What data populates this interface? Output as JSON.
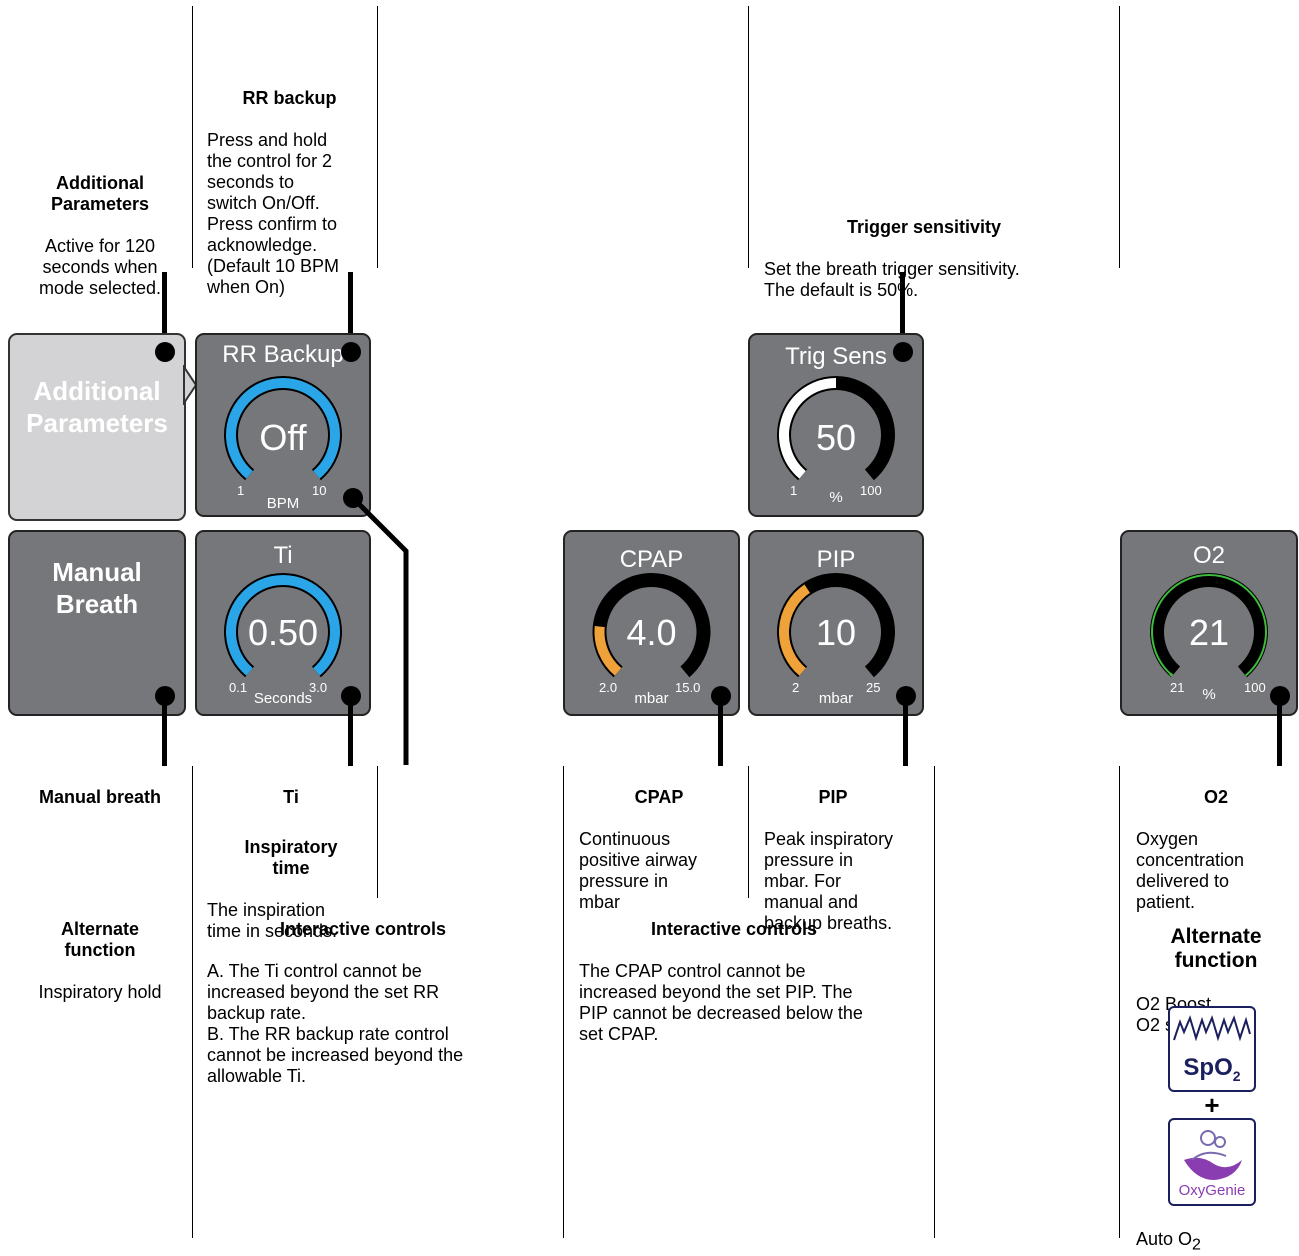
{
  "annotations": {
    "additional_parameters": {
      "title": "Additional\nParameters",
      "body": "Active for 120\nseconds when\nmode selected."
    },
    "rr_backup": {
      "title": "RR backup",
      "body": "Press and hold\nthe control for 2\nseconds to\nswitch On/Off.\nPress confirm to\nacknowledge.\n(Default 10 BPM\nwhen On)"
    },
    "trigger_sensitivity": {
      "title": "Trigger sensitivity",
      "body": "Set the breath trigger sensitivity.\nThe default is 50%."
    },
    "manual_breath": {
      "title": "Manual breath"
    },
    "alternate_function_left": {
      "title": "Alternate\nfunction",
      "body": "Inspiratory hold"
    },
    "ti": {
      "title": "Ti",
      "subtitle": "Inspiratory\ntime",
      "body": "The inspiration\ntime in seconds."
    },
    "interactive_controls_left": {
      "title": "Interactive controls",
      "body": "A. The Ti control cannot be\nincreased beyond the set RR\nbackup rate.\nB. The RR backup rate control\ncannot be increased beyond the\nallowable Ti."
    },
    "cpap": {
      "title": "CPAP",
      "body": "Continuous\npositive airway\npressure in\nmbar"
    },
    "pip": {
      "title": "PIP",
      "body": "Peak inspiratory\npressure in\nmbar. For\nmanual and\nbackup breaths."
    },
    "interactive_controls_right": {
      "title": "Interactive controls",
      "body": "The CPAP control cannot be\nincreased beyond the set PIP. The\nPIP cannot be decreased below the\nset CPAP."
    },
    "o2": {
      "title": "O2",
      "body": "Oxygen\nconcentration\ndelivered to\npatient."
    },
    "alternate_function_right": {
      "title": "Alternate\nfunction",
      "body": "O2 Boost\nO2 suction"
    },
    "auto_o2": {
      "label": "Auto O",
      "sub": "2"
    },
    "spo2_icon": {
      "label": "SpO",
      "sub": "2"
    },
    "plus": "+",
    "oxygenie_icon": {
      "label": "OxyGenie"
    }
  },
  "buttons": {
    "additional_parameters": "Additional\nParameters",
    "manual_breath": "Manual\nBreath"
  },
  "gauges": {
    "rr_backup": {
      "title": "RR Backup",
      "value": "Off",
      "min": "1",
      "max": "10",
      "unit": "BPM",
      "fill_fraction": 1.0,
      "color": "#2aa6e8"
    },
    "trig_sens": {
      "title": "Trig Sens",
      "value": "50",
      "min": "1",
      "max": "100",
      "unit": "%",
      "fill_fraction": 0.5,
      "color": "#ffffff"
    },
    "ti": {
      "title": "Ti",
      "value": "0.50",
      "min": "0.1",
      "max": "3.0",
      "unit": "Seconds",
      "fill_fraction": 1.0,
      "color": "#2aa6e8"
    },
    "cpap": {
      "title": "CPAP",
      "value": "4.0",
      "min": "2.0",
      "max": "15.0",
      "unit": "mbar",
      "fill_fraction": 0.2,
      "color": "#f0a23a"
    },
    "pip": {
      "title": "PIP",
      "value": "10",
      "min": "2",
      "max": "25",
      "unit": "mbar",
      "fill_fraction": 0.38,
      "color": "#f0a23a"
    },
    "o2": {
      "title": "O2",
      "value": "21",
      "min": "21",
      "max": "100",
      "unit": "%",
      "fill_fraction": 0.0,
      "color": "#3dbb3d"
    }
  },
  "colors": {
    "panel": "#76777a",
    "panel_light": "#d3d3d5",
    "track": "#000000"
  }
}
